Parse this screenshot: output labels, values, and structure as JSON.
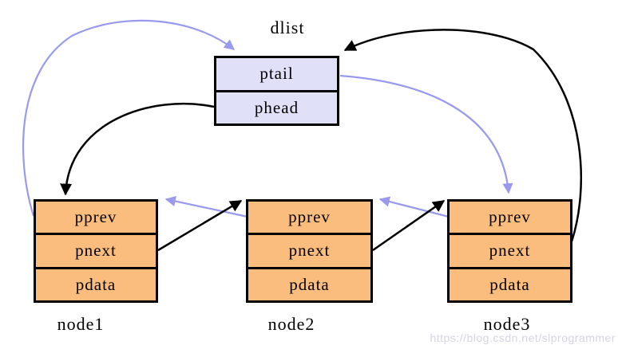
{
  "diagram": {
    "dlist": {
      "label": "dlist",
      "rows": [
        "ptail",
        "phead"
      ]
    },
    "nodes": [
      {
        "label": "node1",
        "rows": [
          "pprev",
          "pnext",
          "pdata"
        ]
      },
      {
        "label": "node2",
        "rows": [
          "pprev",
          "pnext",
          "pdata"
        ]
      },
      {
        "label": "node3",
        "rows": [
          "pprev",
          "pnext",
          "pdata"
        ]
      }
    ],
    "edges": [
      {
        "from": "dlist.phead",
        "to": "node1",
        "color": "#000000"
      },
      {
        "from": "node1.pnext",
        "to": "node2",
        "color": "#000000"
      },
      {
        "from": "node2.pnext",
        "to": "node3",
        "color": "#000000"
      },
      {
        "from": "node3.pnext",
        "to": "dlist",
        "color": "#000000"
      },
      {
        "from": "node1.pprev",
        "to": "dlist.ptail",
        "color": "#9999ee"
      },
      {
        "from": "node2.pprev",
        "to": "node1",
        "color": "#9999ee"
      },
      {
        "from": "node3.pprev",
        "to": "node2",
        "color": "#9999ee"
      },
      {
        "from": "dlist.ptail",
        "to": "node3",
        "color": "#9999ee"
      }
    ],
    "colors": {
      "node_fill": "#fbbd7e",
      "dlist_fill": "#e0e0f8",
      "next_edge": "#000000",
      "prev_edge": "#9999ee",
      "border": "#000000"
    }
  },
  "watermark": {
    "text": "https://blog.csdn.net/slprogrammer"
  }
}
